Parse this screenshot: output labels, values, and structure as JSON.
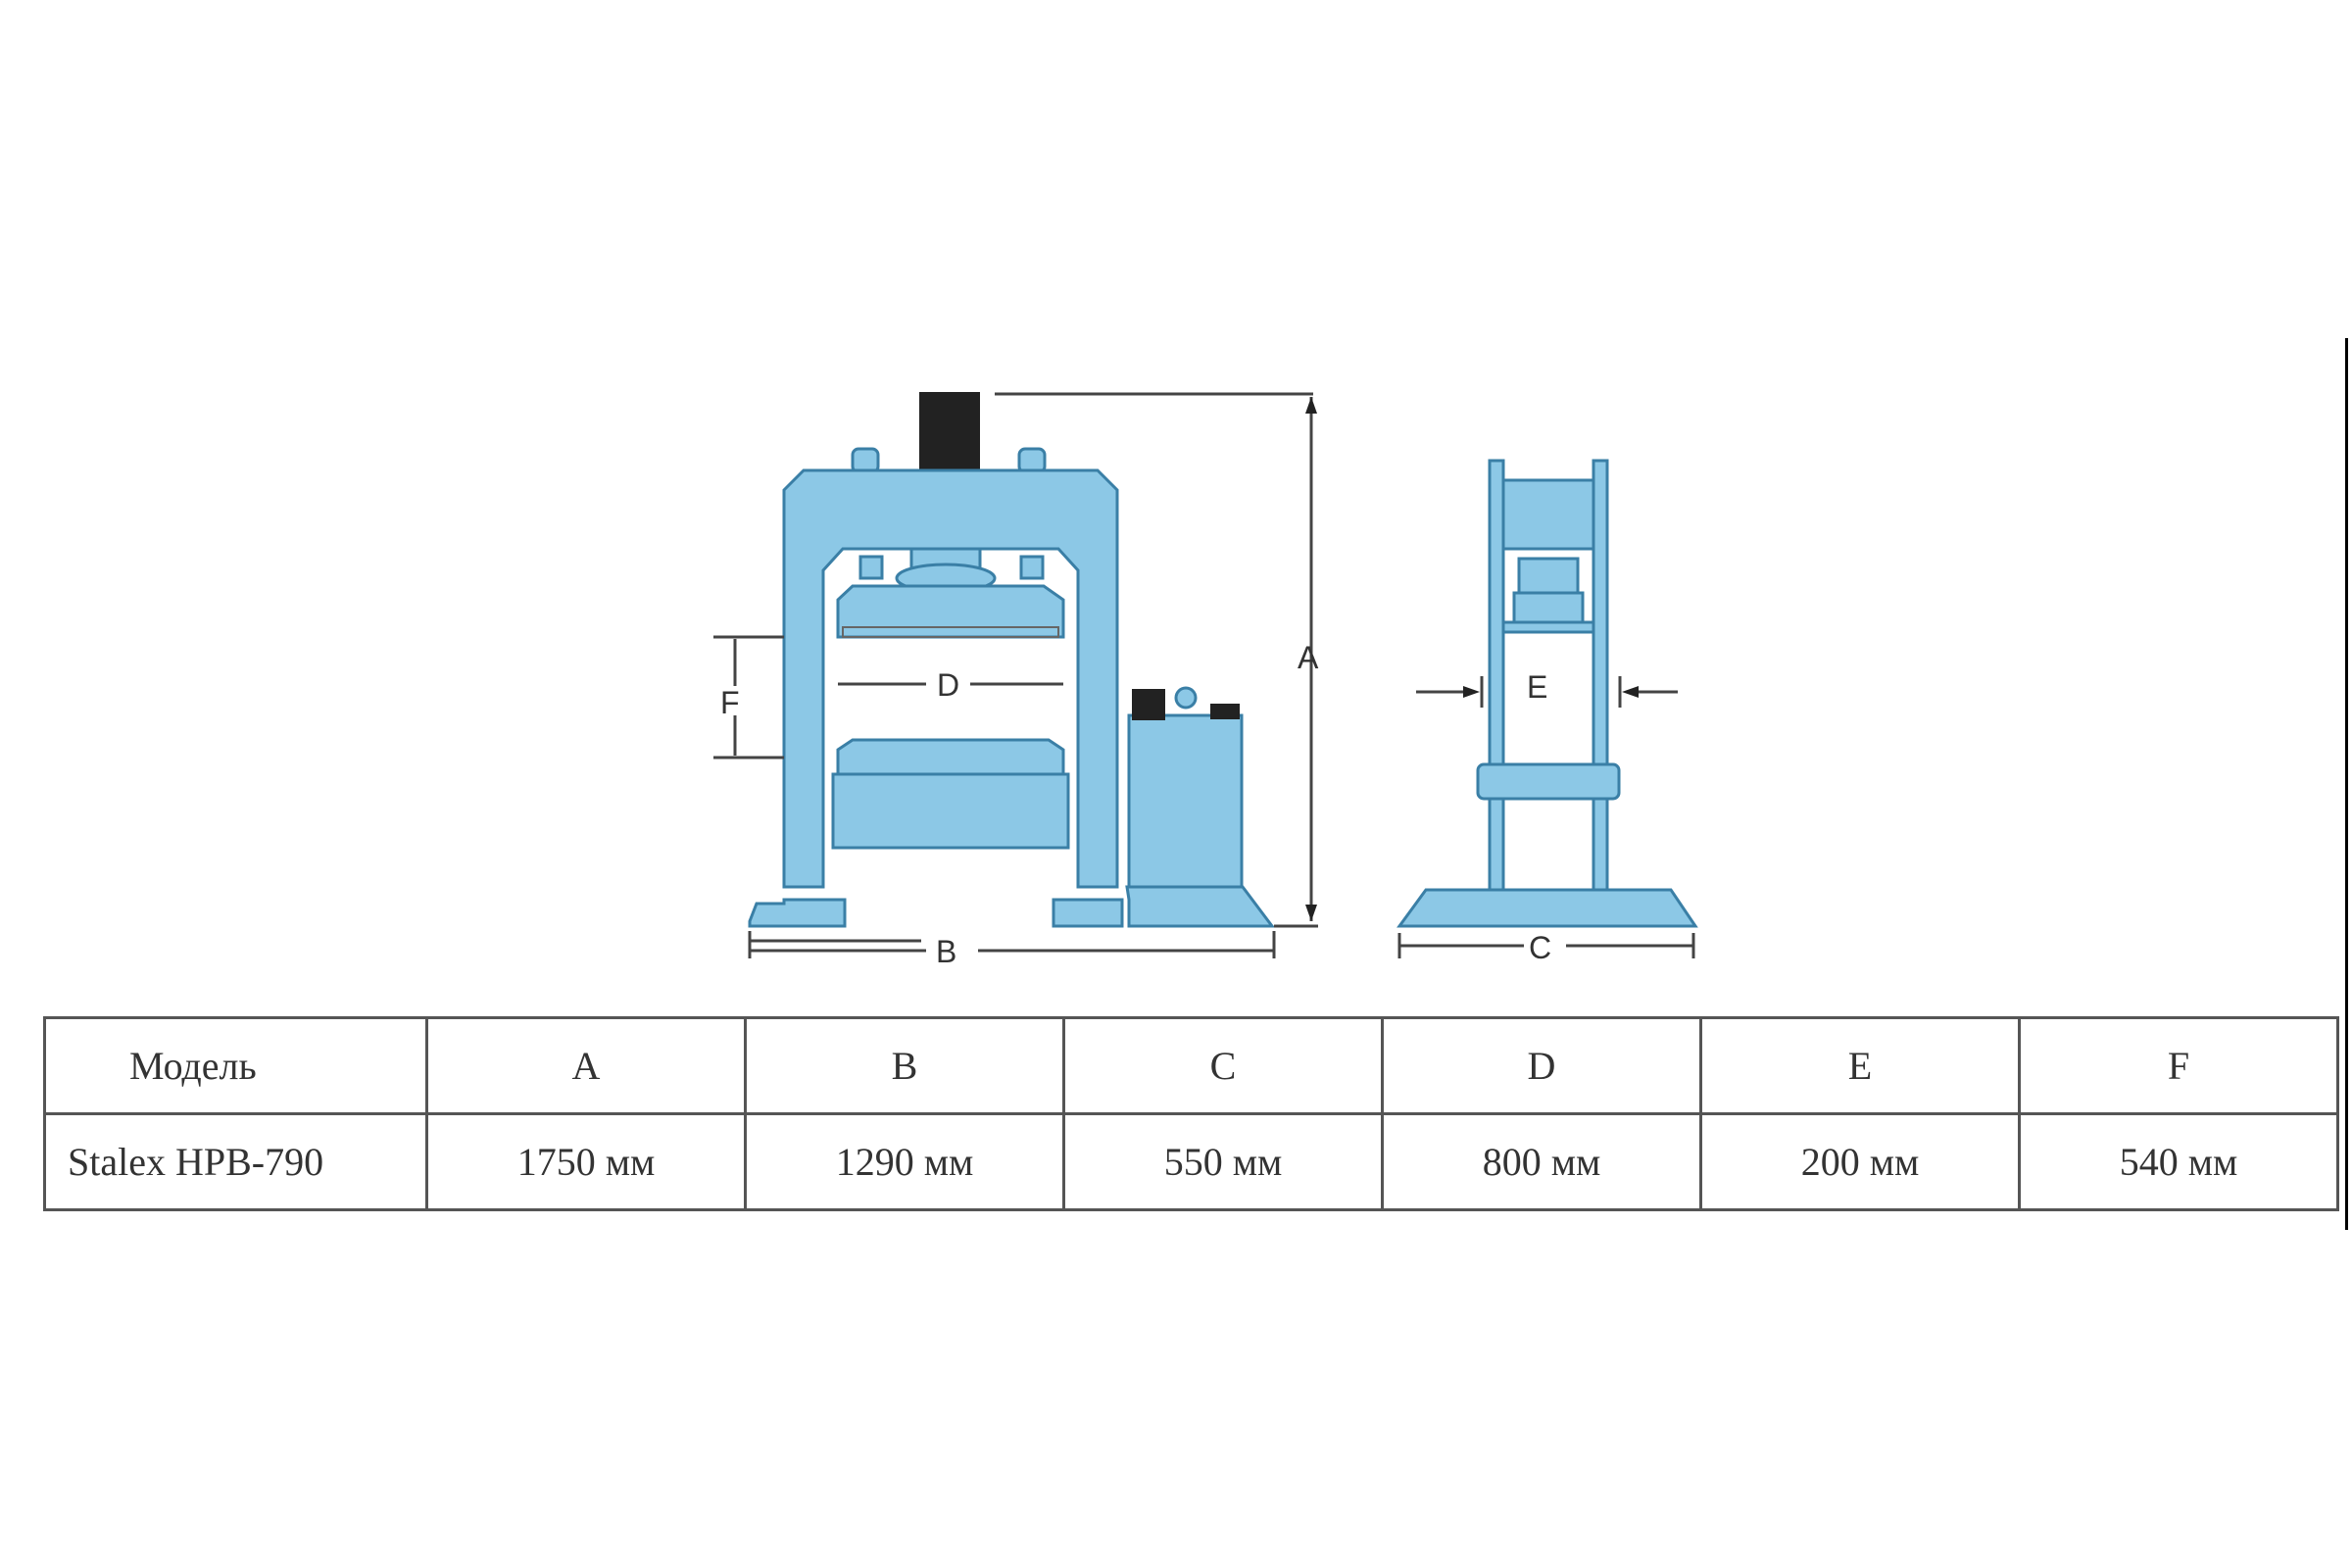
{
  "diagram": {
    "front_labels": {
      "a": "A",
      "b": "B",
      "d": "D",
      "f": "F"
    },
    "side_labels": {
      "c": "C",
      "e": "E"
    }
  },
  "table": {
    "headers": [
      "Модель",
      "A",
      "B",
      "C",
      "D",
      "E",
      "F"
    ],
    "row": {
      "model": "Stalex HPB-790",
      "values": [
        "1750 мм",
        "1290 мм",
        "550 мм",
        "800 мм",
        "200 мм",
        "540 мм"
      ]
    }
  },
  "colors": {
    "frame": "#8cc8e6",
    "frame_stroke": "#3a7fa6",
    "motor": "#222222",
    "border": "#555555"
  }
}
